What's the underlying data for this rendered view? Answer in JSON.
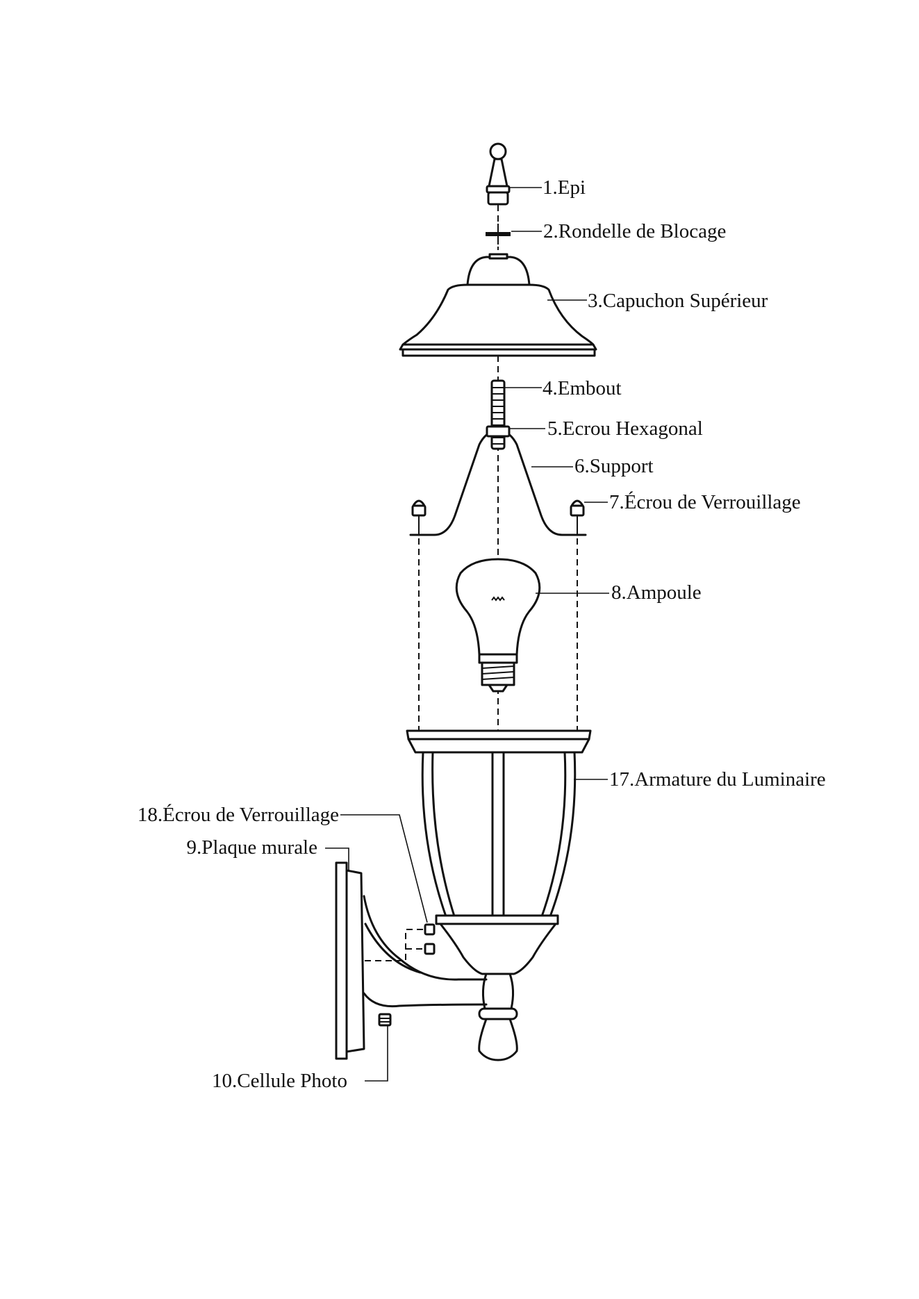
{
  "parts": [
    {
      "id": "epi",
      "label": "1.Epi"
    },
    {
      "id": "rondelle",
      "label": "2.Rondelle de Blocage"
    },
    {
      "id": "capuchon",
      "label": "3.Capuchon Supérieur"
    },
    {
      "id": "embout",
      "label": "4.Embout"
    },
    {
      "id": "ecrou-hex",
      "label": "5.Ecrou Hexagonal"
    },
    {
      "id": "support",
      "label": "6.Support"
    },
    {
      "id": "ecrou-verrou-7",
      "label": "7.Écrou de Verrouillage"
    },
    {
      "id": "ampoule",
      "label": "8.Ampoule"
    },
    {
      "id": "armature",
      "label": "17.Armature du Luminaire"
    },
    {
      "id": "ecrou-verrou-18",
      "label": "18.Écrou de Verrouillage"
    },
    {
      "id": "plaque",
      "label": "9.Plaque murale"
    },
    {
      "id": "cellule",
      "label": "10.Cellule Photo"
    }
  ]
}
